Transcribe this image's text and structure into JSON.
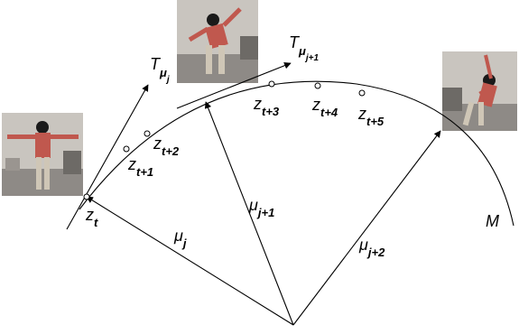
{
  "labels": {
    "manifold": "M",
    "tangent_j": {
      "base": "T",
      "sub": "μ",
      "subsub": "j"
    },
    "tangent_j1": {
      "base": "T",
      "sub": "μ",
      "subsub": "j+1"
    },
    "mu_j": {
      "base": "μ",
      "sub": "j"
    },
    "mu_j1": {
      "base": "μ",
      "sub": "j+1"
    },
    "mu_j2": {
      "base": "μ",
      "sub": "j+2"
    },
    "z_t": {
      "base": "z",
      "sub": "t"
    },
    "z_t1": {
      "base": "z",
      "sub": "t+1"
    },
    "z_t2": {
      "base": "z",
      "sub": "t+2"
    },
    "z_t3": {
      "base": "z",
      "sub": "t+3"
    },
    "z_t4": {
      "base": "z",
      "sub": "t+4"
    },
    "z_t5": {
      "base": "z",
      "sub": "t+5"
    }
  },
  "photos": [
    {
      "name": "pose-arms-outstretched"
    },
    {
      "name": "pose-bending-arm-raised"
    },
    {
      "name": "pose-side-bend-arm-up"
    }
  ],
  "colors": {
    "line": "#000000",
    "background": "#ffffff"
  }
}
